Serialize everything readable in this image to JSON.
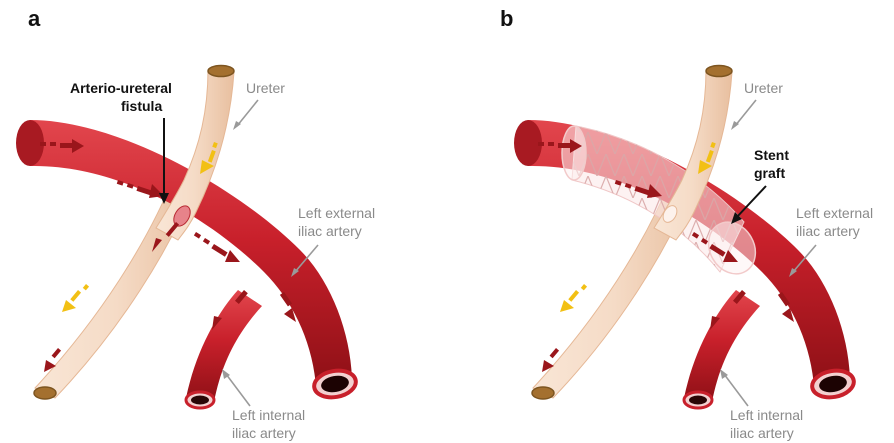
{
  "colors": {
    "artery": "#c8202b",
    "artery_dark": "#8e1016",
    "artery_light": "#e2464d",
    "ureter": "#f5dbc6",
    "ureter_edge": "#e5b795",
    "ureter_end": "#a4702f",
    "blood_arrow": "#9a161b",
    "urine_arrow": "#f2c014",
    "label_text": "#8a8a8a",
    "callout_text": "#111111"
  },
  "panels": [
    {
      "letter": "a",
      "labels": {
        "ureter": "Ureter",
        "external_iliac_line1": "Left external",
        "external_iliac_line2": "iliac artery",
        "internal_iliac_line1": "Left internal",
        "internal_iliac_line2": "iliac artery",
        "callout_line1": "Arterio-ureteral",
        "callout_line2": "fistula"
      },
      "has_stent_graft": false
    },
    {
      "letter": "b",
      "labels": {
        "ureter": "Ureter",
        "external_iliac_line1": "Left external",
        "external_iliac_line2": "iliac artery",
        "internal_iliac_line1": "Left internal",
        "internal_iliac_line2": "iliac artery",
        "callout_line1": "Stent",
        "callout_line2": "graft"
      },
      "has_stent_graft": true
    }
  ]
}
